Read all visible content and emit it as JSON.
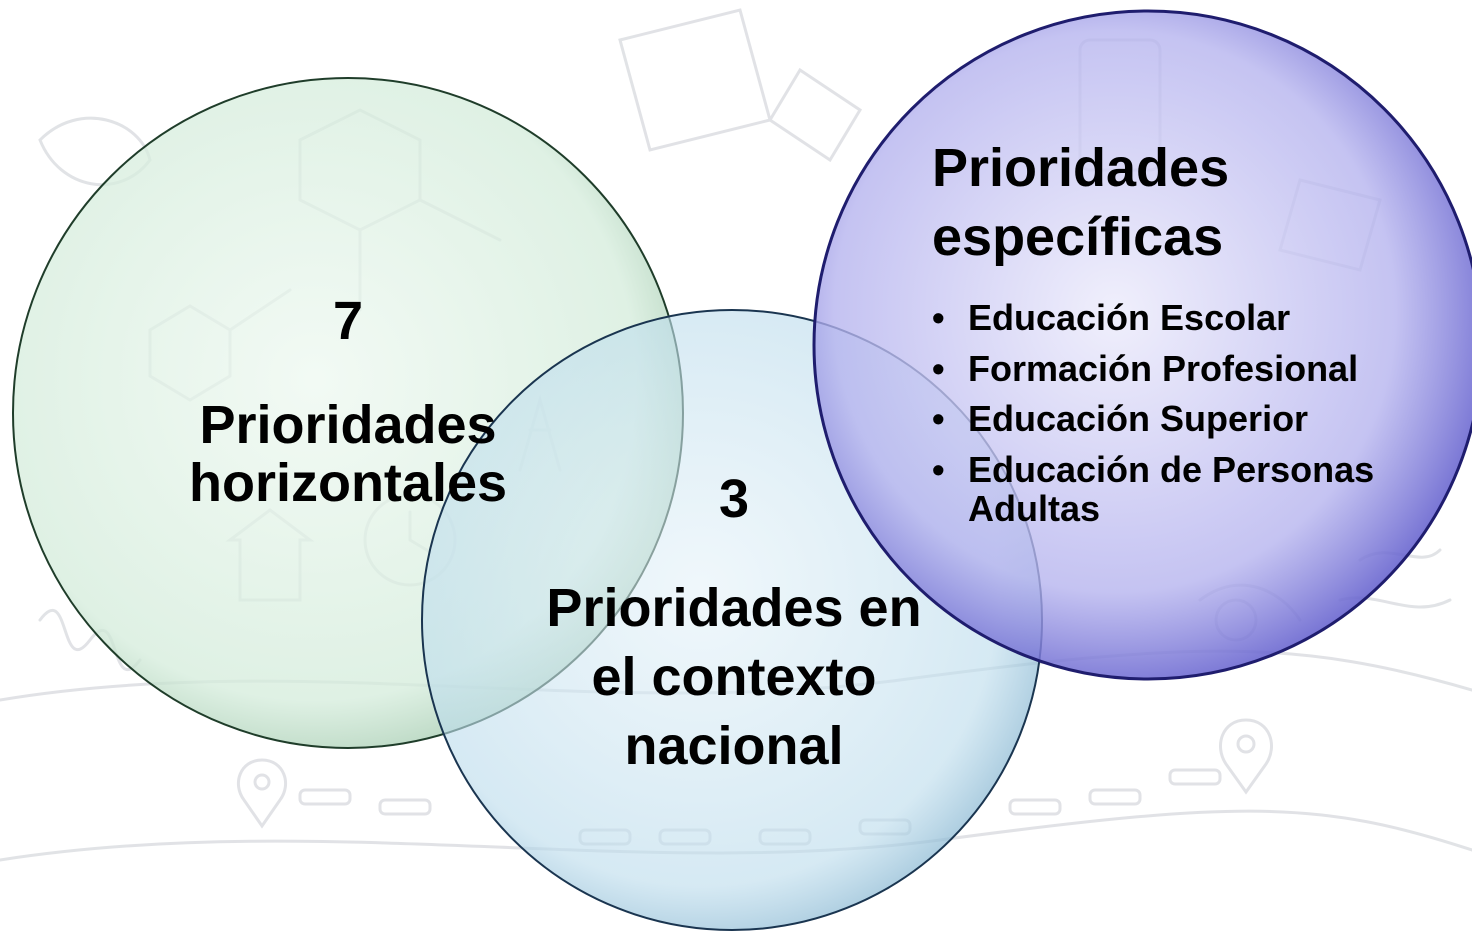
{
  "circles": {
    "green": {
      "count": "7",
      "title": "Prioridades horizontales",
      "fill": "#d8eedf",
      "stroke": "#1f3d2a"
    },
    "blue": {
      "count": "3",
      "title": "Prioridades en el contexto nacional",
      "fill": "#bcdcec",
      "stroke": "#1a3550"
    },
    "purple": {
      "title": "Prioridades específicas",
      "items": [
        "Educación Escolar",
        "Formación Profesional",
        "Educación Superior",
        "Educación de Personas Adultas"
      ],
      "fill": "#6f6cd8",
      "stroke": "#1f1d6e"
    }
  },
  "bullet_symbol": "•"
}
